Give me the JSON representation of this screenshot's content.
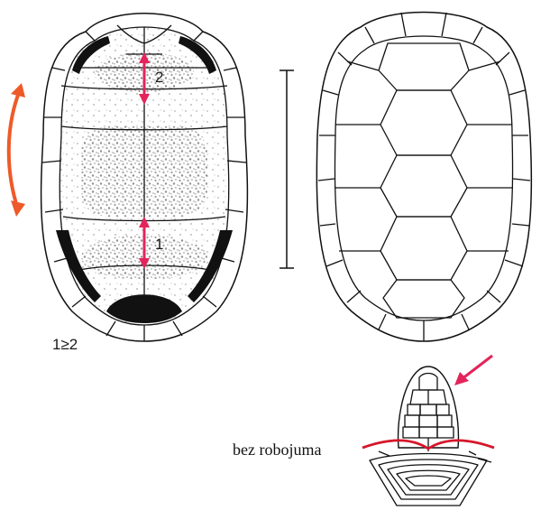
{
  "figure": {
    "plastron_label_2": "2",
    "plastron_label_1": "1",
    "ratio_note": "1≥2",
    "head_caption": "bez robojuma"
  },
  "colors": {
    "arrow_red": "#e4245a",
    "arrow_orange": "#ee5a2a",
    "bridge_red": "#d6162a",
    "ink": "#111111",
    "stipple": "#8c8c8c"
  }
}
